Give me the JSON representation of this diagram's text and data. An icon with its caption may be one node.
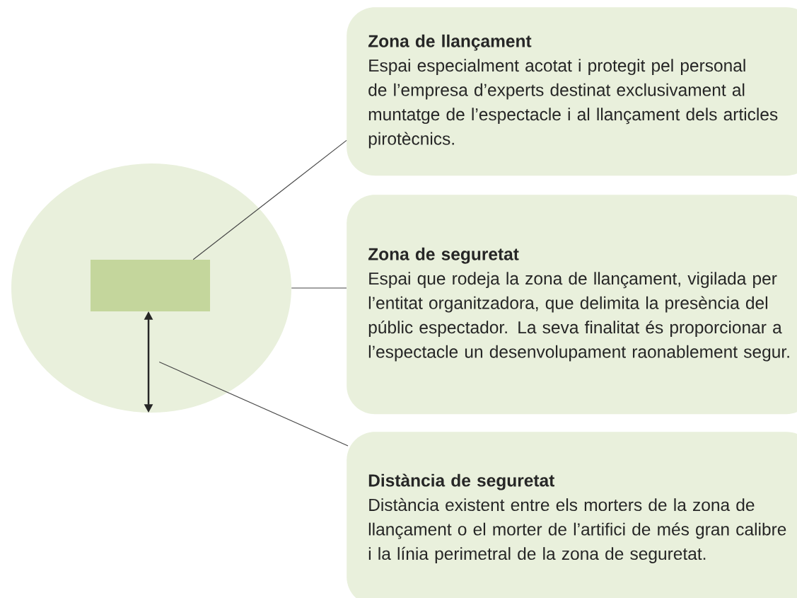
{
  "diagram": {
    "nodes": [
      {
        "text": [],
        "shape": "circle"
      },
      {
        "text": [],
        "shape": "box",
        "in": 0
      },
      {
        "text": [],
        "shape": "arrow",
        "in": 0
      },
      {
        "text": [
          "Zona de llançament",
          "Espai especialment acotat i protegit pel personal de l’empresa d’experts destinat exclusivament al muntatge de l’espectacle i al llançament dels articles pirotècnics."
        ]
      },
      {
        "text": [
          "Zona de seguretat",
          "Espai que rodeja la zona de llançament, vigilada per l’entitat organitzadora, que delimita la presència del públic espectador. La seva finalitat és proporcionar a l’espectacle un desenvolupament raonablement segur."
        ]
      },
      {
        "text": [
          "Distància de seguretat",
          "Distància existent entre els morters de la zona de llançament o el morter de l’artifici de més gran calibre i la línia perimetral de la zona de seguretat."
        ]
      }
    ],
    "edges": [
      {
        "from": 3,
        "to": 1,
        "arrow": "none"
      },
      {
        "from": 4,
        "to": 0,
        "arrow": "none"
      },
      {
        "from": 5,
        "to": 2,
        "arrow": "none"
      }
    ]
  }
}
